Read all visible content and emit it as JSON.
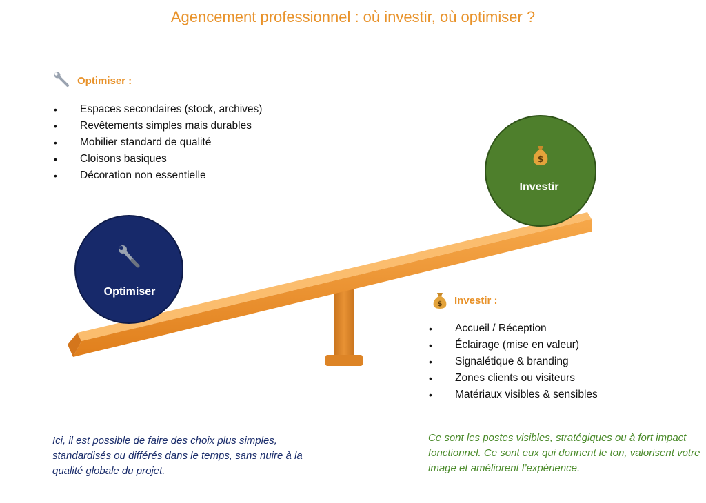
{
  "title": "Agencement professionnel : où investir, où optimiser ?",
  "optimiser": {
    "heading": "Optimiser :",
    "icon": "wrench-icon",
    "items": [
      "Espaces secondaires (stock, archives)",
      "Revêtements simples mais durables",
      "Mobilier standard de qualité",
      "Cloisons basiques",
      "Décoration non essentielle"
    ],
    "note": "Ici, il est possible de faire des choix plus simples, standardisés ou différés dans le temps, sans nuire à la qualité globale du projet.",
    "circle_label": "Optimiser",
    "circle_color": "#17296a"
  },
  "investir": {
    "heading": "Investir :",
    "icon": "money-bag-icon",
    "items": [
      "Accueil / Réception",
      "Éclairage (mise en valeur)",
      "Signalétique & branding",
      "Zones clients ou visiteurs",
      "Matériaux visibles & sensibles"
    ],
    "note": "Ce sont les postes visibles, stratégiques ou à fort impact fonctionnel. Ce sont eux qui donnent le ton, valorisent votre image et améliorent l’expérience.",
    "circle_label": "Investir",
    "circle_color": "#4e7f2c"
  },
  "colors": {
    "accent": "#e8922a",
    "plank": "#f39a32"
  }
}
